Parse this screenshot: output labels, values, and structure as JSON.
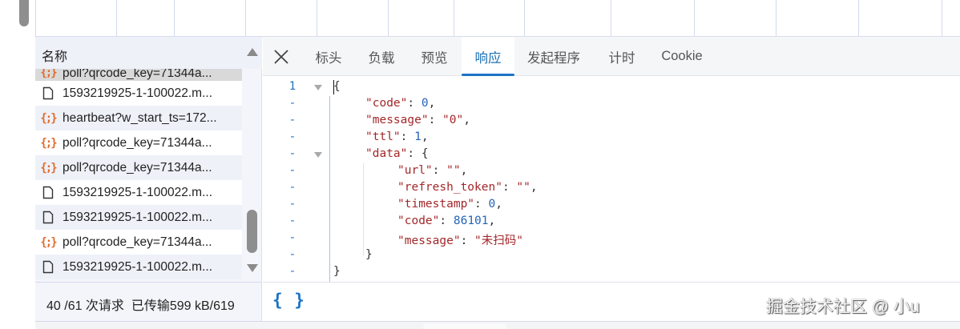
{
  "window": {
    "kind": "browser-devtools-network-panel"
  },
  "name_panel": {
    "header": "名称",
    "items": [
      {
        "type": "json",
        "label": "poll?qrcode_key=71344a...",
        "selected": true
      },
      {
        "type": "doc",
        "label": "1593219925-1-100022.m..."
      },
      {
        "type": "json",
        "label": "heartbeat?w_start_ts=172..."
      },
      {
        "type": "json",
        "label": "poll?qrcode_key=71344a..."
      },
      {
        "type": "json",
        "label": "poll?qrcode_key=71344a..."
      },
      {
        "type": "doc",
        "label": "1593219925-1-100022.m..."
      },
      {
        "type": "doc",
        "label": "1593219925-1-100022.m..."
      },
      {
        "type": "json",
        "label": "poll?qrcode_key=71344a..."
      },
      {
        "type": "doc",
        "label": "1593219925-1-100022.m..."
      }
    ]
  },
  "detail": {
    "close_icon": "close-icon",
    "tabs": [
      {
        "label": "标头",
        "active": false
      },
      {
        "label": "负载",
        "active": false
      },
      {
        "label": "预览",
        "active": false
      },
      {
        "label": "响应",
        "active": true
      },
      {
        "label": "发起程序",
        "active": false
      },
      {
        "label": "计时",
        "active": false
      },
      {
        "label": "Cookie",
        "active": false
      }
    ],
    "response": {
      "line_number_first": "1",
      "line_marker": "-",
      "lines": [
        "{",
        "\"code\": 0,",
        "\"message\": \"0\",",
        "\"ttl\": 1,",
        "\"data\": {",
        "\"url\": \"\",",
        "\"refresh_token\": \"\",",
        "\"timestamp\": 0,",
        "\"code\": 86101,",
        "\"message\": \"未扫码\"",
        "}",
        "}"
      ],
      "json": {
        "code": 0,
        "message": "0",
        "ttl": 1,
        "data": {
          "url": "",
          "refresh_token": "",
          "timestamp": 0,
          "code": 86101,
          "message": "未扫码"
        }
      }
    }
  },
  "status_bar": {
    "requests": "40 /61 次请求",
    "transferred": "已传输599 kB/619",
    "pretty_print_label": "{ }"
  },
  "watermark": "掘金技术社区 @ 小u",
  "colors": {
    "accent": "#1a73c4",
    "json_key": "#a4272a",
    "json_number": "#2464b8",
    "json_icon": "#e06b2b"
  }
}
